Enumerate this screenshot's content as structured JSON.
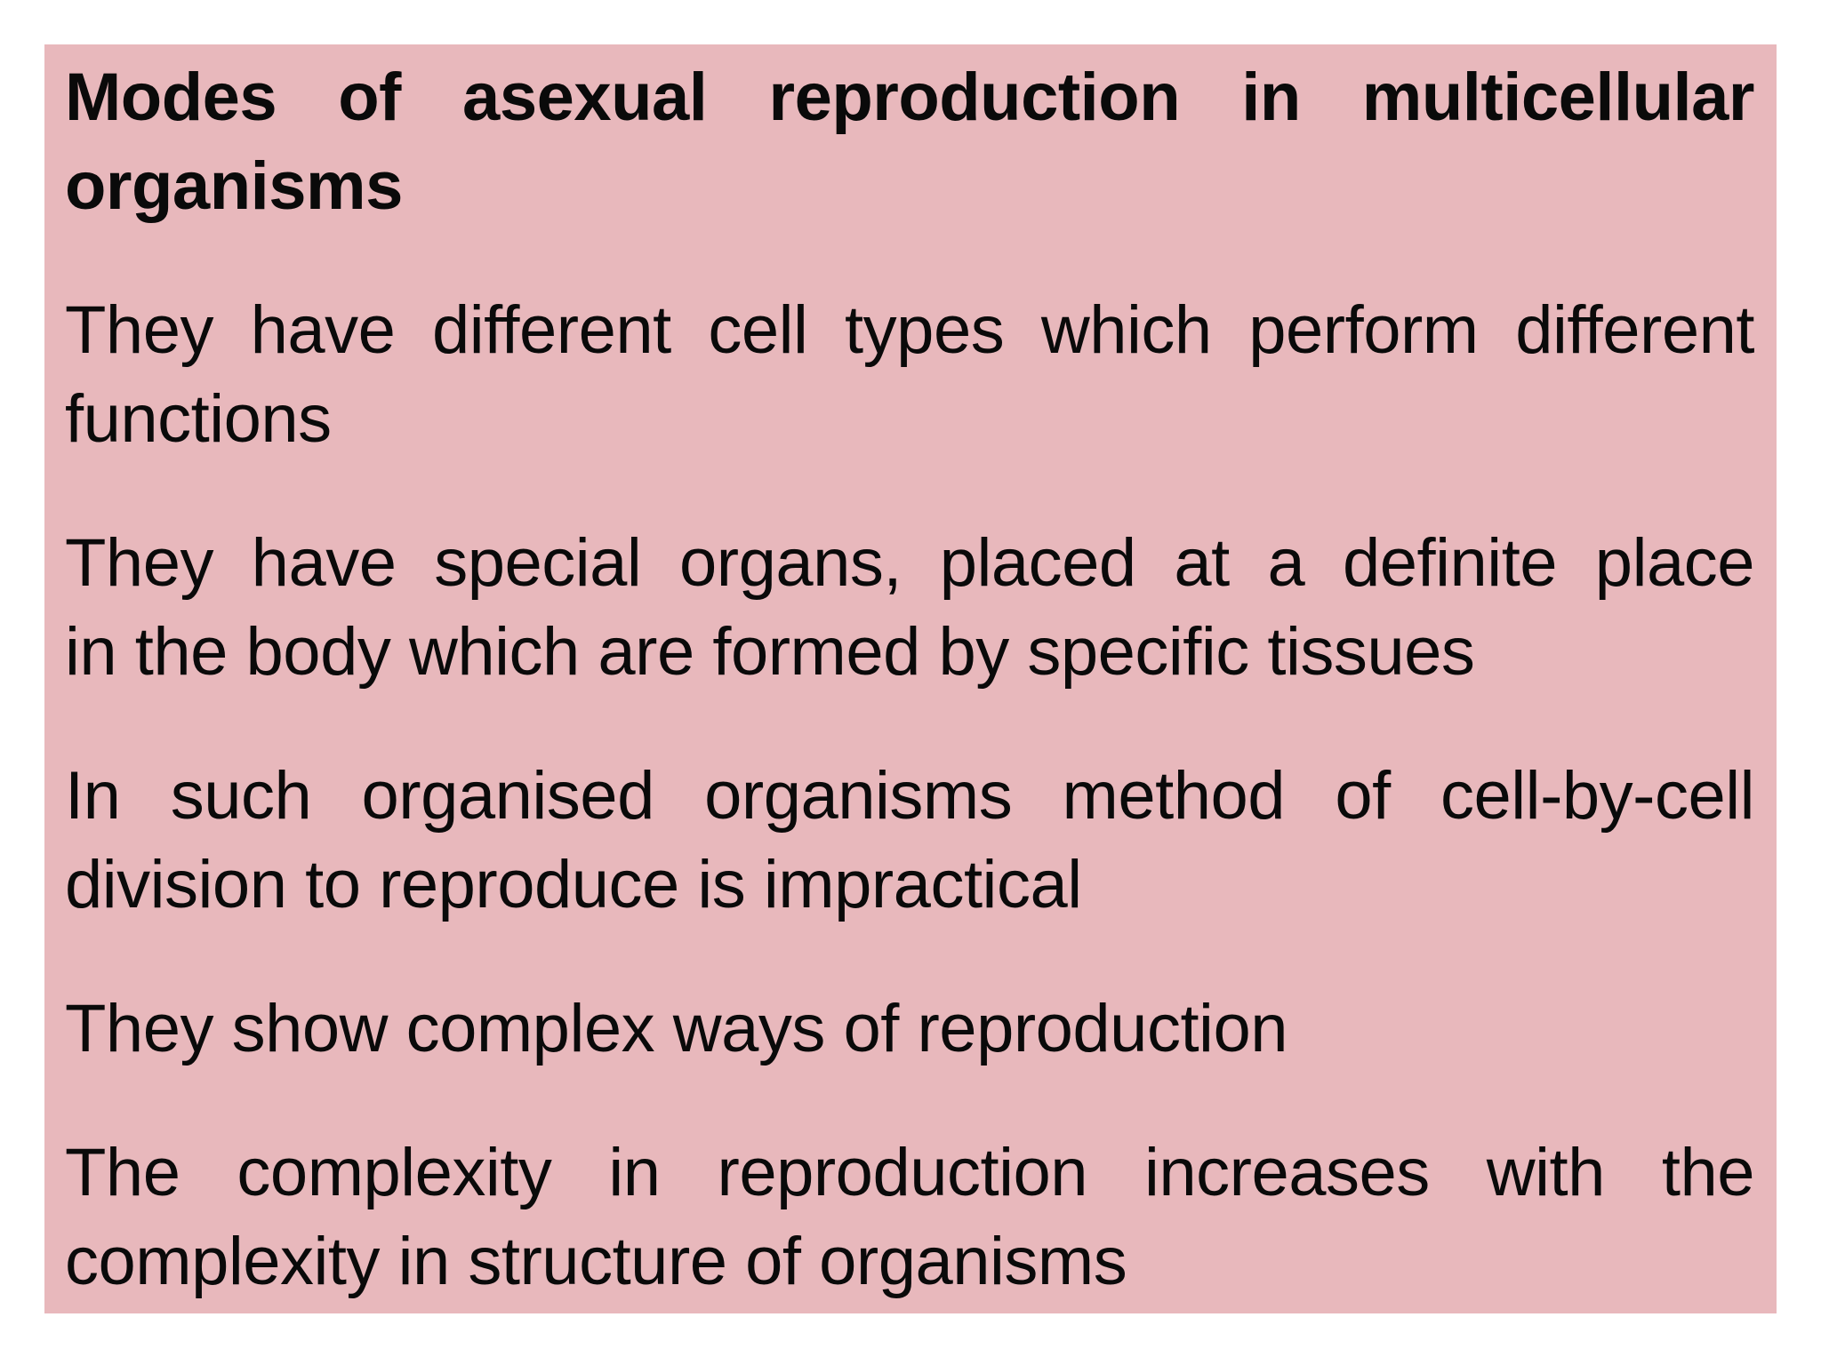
{
  "slide": {
    "background_color": "#e8b8bc",
    "text_color": "#0a0a0a",
    "title": {
      "lines": [
        "Modes of asexual reproduction in multicellular",
        "organisms"
      ]
    },
    "paragraphs": [
      {
        "lines": [
          "They have different cell types which perform different",
          "functions"
        ]
      },
      {
        "lines": [
          "They have special organs, placed at a definite place",
          "in the body which are formed by specific tissues"
        ]
      },
      {
        "lines": [
          "In such organised organisms method of cell-by-cell",
          "division to reproduce is impractical"
        ]
      },
      {
        "lines": [
          "They show complex ways of reproduction"
        ]
      },
      {
        "lines": [
          "The complexity in reproduction increases with the",
          "complexity in structure of organisms"
        ]
      }
    ]
  }
}
